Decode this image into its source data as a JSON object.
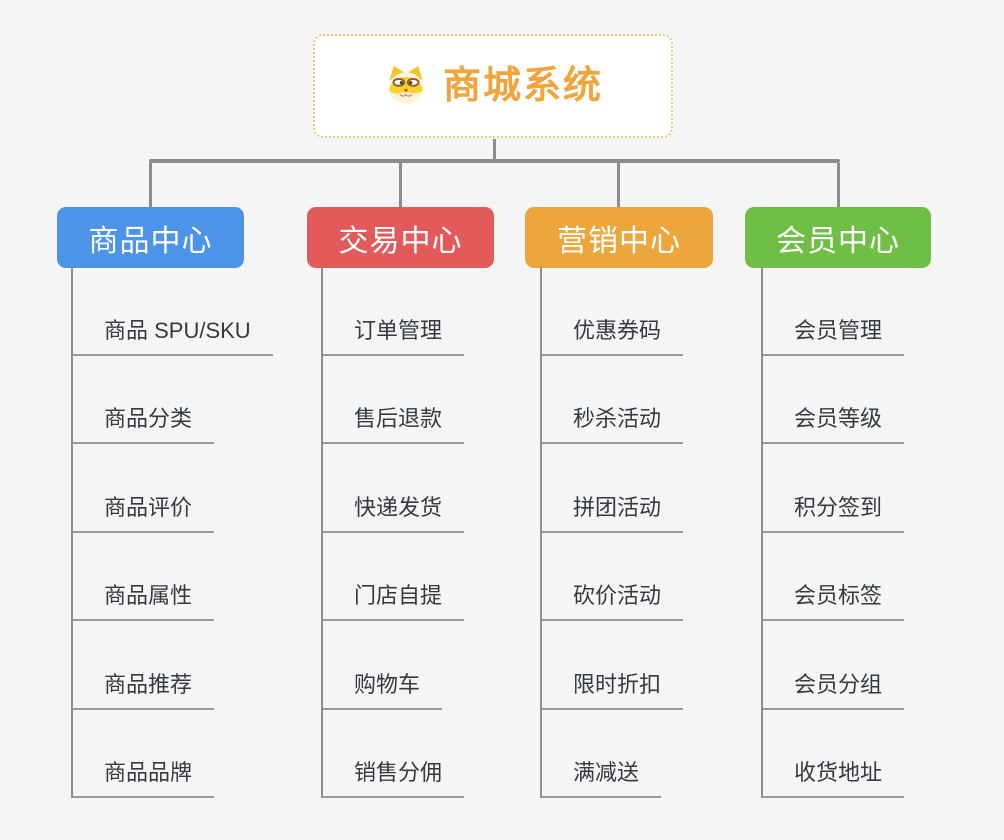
{
  "page": {
    "background": "#f5f5f6"
  },
  "root": {
    "title": "商城系统",
    "icon": "dog-face-icon",
    "title_color": "#f0a43c",
    "border_color": "#f6c46e",
    "background": "#ffffff"
  },
  "connectors": {
    "color": "#8c8c8c"
  },
  "branches": [
    {
      "label": "商品中心",
      "color": "#4d93e8",
      "items": [
        "商品 SPU/SKU",
        "商品分类",
        "商品评价",
        "商品属性",
        "商品推荐",
        "商品品牌"
      ]
    },
    {
      "label": "交易中心",
      "color": "#e25b5a",
      "items": [
        "订单管理",
        "售后退款",
        "快递发货",
        "门店自提",
        "购物车",
        "销售分佣"
      ]
    },
    {
      "label": "营销中心",
      "color": "#eda63b",
      "items": [
        "优惠券码",
        "秒杀活动",
        "拼团活动",
        "砍价活动",
        "限时折扣",
        "满减送"
      ]
    },
    {
      "label": "会员中心",
      "color": "#6fbe45",
      "items": [
        "会员管理",
        "会员等级",
        "积分签到",
        "会员标签",
        "会员分组",
        "收货地址"
      ]
    }
  ]
}
